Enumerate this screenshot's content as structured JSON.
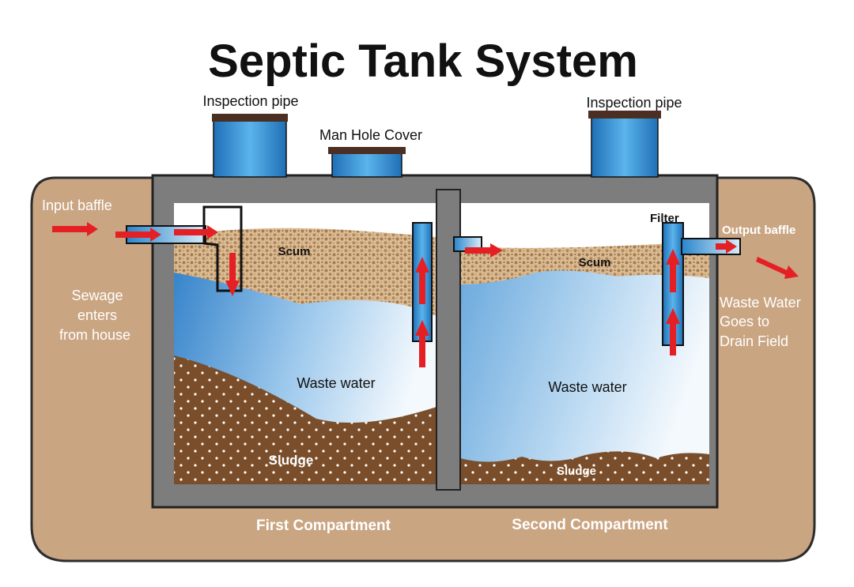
{
  "title": "Septic Tank System",
  "labels": {
    "inspection_pipe_left": "Inspection pipe",
    "inspection_pipe_right": "Inspection pipe",
    "manhole_cover": "Man Hole Cover",
    "input_baffle": "Input baffle",
    "sewage_line1": "Sewage",
    "sewage_line2": "enters",
    "sewage_line3": "from house",
    "output_baffle": "Output baffle",
    "filter": "Filter",
    "drain_line1": "Waste Water",
    "drain_line2": "Goes to",
    "drain_line3": "Drain Field",
    "scum_1": "Scum",
    "scum_2": "Scum",
    "waste_water_1": "Waste water",
    "waste_water_2": "Waste water",
    "sludge_1": "Sludge",
    "sludge_2": "Sludge",
    "first_compartment": "First Compartment",
    "second_compartment": "Second Compartment"
  },
  "colors": {
    "soil": "#caa582",
    "tank_wall": "#7d7d7d",
    "water_deep": "#3d8ad0",
    "water_light": "#e8f2fa",
    "scum": "#c9a77e",
    "sludge": "#7a4e2a",
    "pipe_blue": "#3a9ad8",
    "pipe_cap": "#4a2f22",
    "arrow_red": "#e42025"
  }
}
